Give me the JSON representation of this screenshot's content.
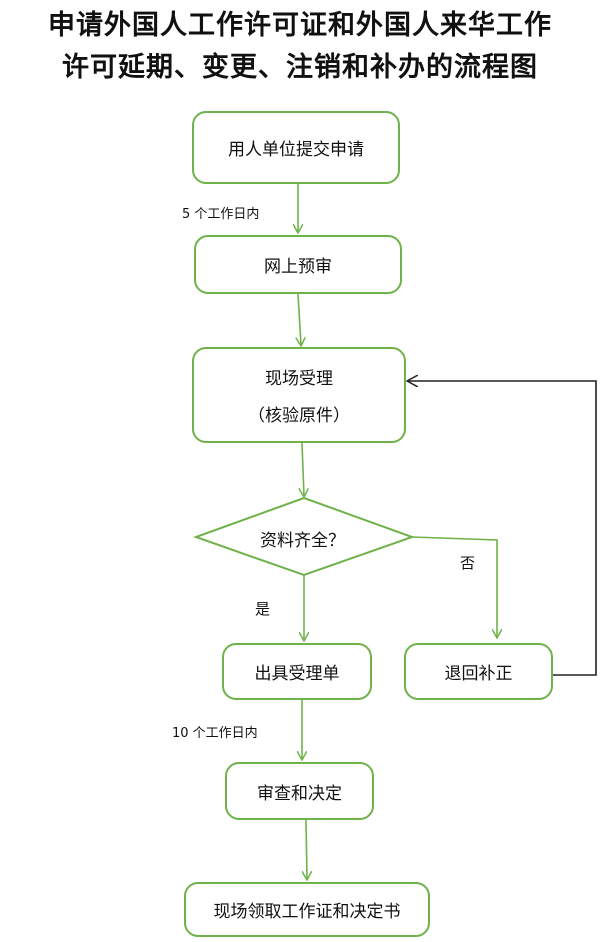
{
  "title": {
    "line1": "申请外国人工作许可证和外国人来华工作",
    "line2": "许可延期、变更、注销和补办的流程图"
  },
  "nodes": {
    "submit": "用人单位提交申请",
    "precheck": "网上预审",
    "onsite": "现场受理",
    "onsite_sub": "（核验原件）",
    "decision": "资料齐全？",
    "issue": "出具受理单",
    "return": "退回补正",
    "review": "审查和决定",
    "collect": "现场领取工作证和决定书"
  },
  "labels": {
    "five_days": "5 个工作日内",
    "ten_days": "10 个工作日内",
    "yes": "是",
    "no": "否"
  },
  "colors": {
    "line": "#6fb24a",
    "return_line": "#222222"
  }
}
